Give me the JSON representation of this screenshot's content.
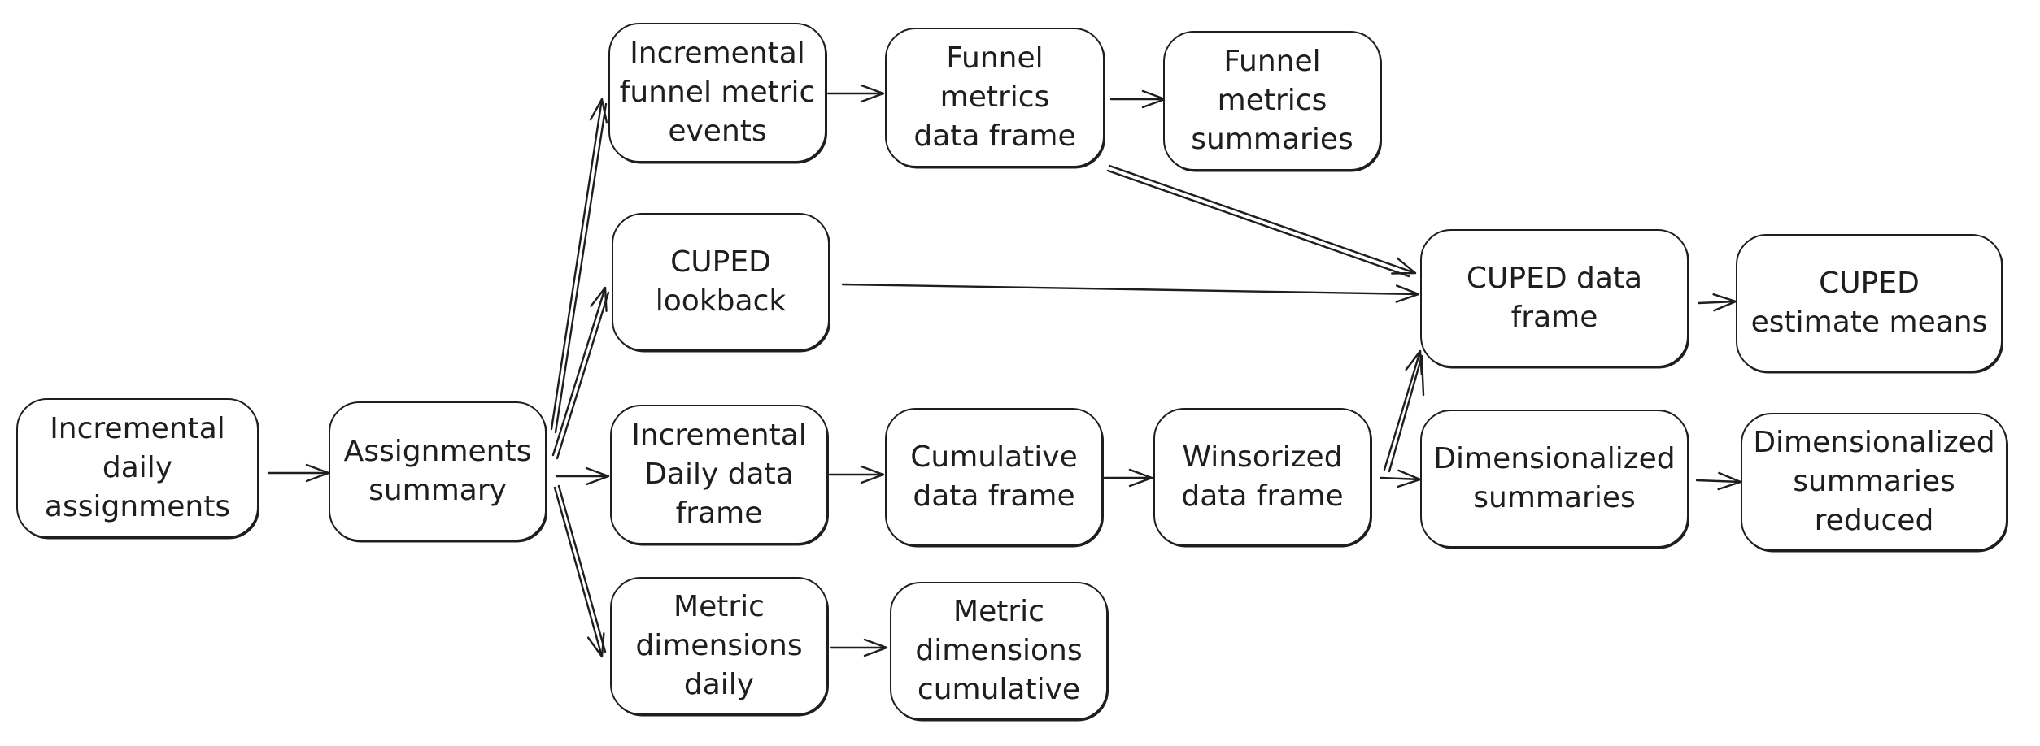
{
  "diagram": {
    "type": "flowchart",
    "line_color": "#1e1e1e",
    "background": "#ffffff",
    "nodes": {
      "incremental_daily_assignments": "Incremental\ndaily\nassignments",
      "assignments_summary": "Assignments\nsummary",
      "incremental_funnel_metric_events": "Incremental\nfunnel metric\nevents",
      "funnel_metrics_data_frame": "Funnel\nmetrics\ndata frame",
      "funnel_metrics_summaries": "Funnel\nmetrics\nsummaries",
      "cuped_lookback": "CUPED\nlookback",
      "incremental_daily_data_frame": "Incremental\nDaily data\nframe",
      "cumulative_data_frame": "Cumulative\ndata frame",
      "winsorized_data_frame": "Winsorized\ndata frame",
      "metric_dimensions_daily": "Metric\ndimensions\ndaily",
      "metric_dimensions_cumulative": "Metric\ndimensions\ncumulative",
      "cuped_data_frame": "CUPED data\nframe",
      "cuped_estimate_means": "CUPED\nestimate means",
      "dimensionalized_summaries": "Dimensionalized\nsummaries",
      "dimensionalized_summaries_reduced": "Dimensionalized\nsummaries\nreduced"
    },
    "edges": [
      {
        "from": "incremental_daily_assignments",
        "to": "assignments_summary"
      },
      {
        "from": "assignments_summary",
        "to": "incremental_funnel_metric_events"
      },
      {
        "from": "assignments_summary",
        "to": "cuped_lookback"
      },
      {
        "from": "assignments_summary",
        "to": "incremental_daily_data_frame"
      },
      {
        "from": "assignments_summary",
        "to": "metric_dimensions_daily"
      },
      {
        "from": "incremental_funnel_metric_events",
        "to": "funnel_metrics_data_frame"
      },
      {
        "from": "funnel_metrics_data_frame",
        "to": "funnel_metrics_summaries"
      },
      {
        "from": "funnel_metrics_data_frame",
        "to": "cuped_data_frame"
      },
      {
        "from": "cuped_lookback",
        "to": "cuped_data_frame"
      },
      {
        "from": "incremental_daily_data_frame",
        "to": "cumulative_data_frame"
      },
      {
        "from": "cumulative_data_frame",
        "to": "winsorized_data_frame"
      },
      {
        "from": "winsorized_data_frame",
        "to": "cuped_data_frame"
      },
      {
        "from": "winsorized_data_frame",
        "to": "dimensionalized_summaries"
      },
      {
        "from": "cuped_data_frame",
        "to": "cuped_estimate_means"
      },
      {
        "from": "dimensionalized_summaries",
        "to": "dimensionalized_summaries_reduced"
      },
      {
        "from": "metric_dimensions_daily",
        "to": "metric_dimensions_cumulative"
      }
    ]
  }
}
